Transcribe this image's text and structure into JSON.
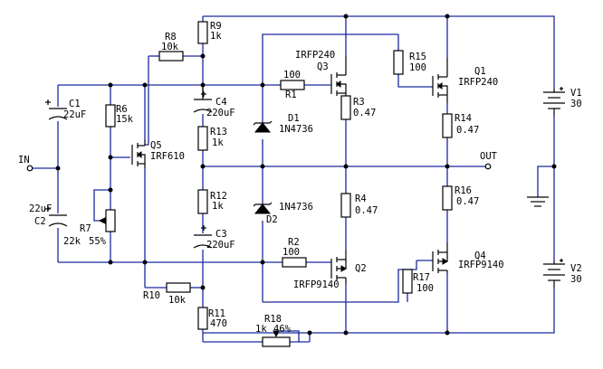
{
  "input": {
    "label": "IN"
  },
  "output": {
    "label": "OUT"
  },
  "components": {
    "C1": {
      "ref": "C1",
      "value": "22uF"
    },
    "C2": {
      "ref": "C2",
      "value": "22uF"
    },
    "C3": {
      "ref": "C3",
      "value": "220uF"
    },
    "C4": {
      "ref": "C4",
      "value": "220uF"
    },
    "R1": {
      "ref": "R1",
      "value": "100"
    },
    "R2": {
      "ref": "R2",
      "value": "100"
    },
    "R3": {
      "ref": "R3",
      "value": "0.47"
    },
    "R4": {
      "ref": "R4",
      "value": "0.47"
    },
    "R6": {
      "ref": "R6",
      "value": "15k"
    },
    "R7": {
      "ref": "R7",
      "value": "22k",
      "setting": "55%"
    },
    "R8": {
      "ref": "R8",
      "value": "10k"
    },
    "R9": {
      "ref": "R9",
      "value": "1k"
    },
    "R10": {
      "ref": "R10",
      "value": "10k"
    },
    "R11": {
      "ref": "R11",
      "value": "470"
    },
    "R12": {
      "ref": "R12",
      "value": "1k"
    },
    "R13": {
      "ref": "R13",
      "value": "1k"
    },
    "R14": {
      "ref": "R14",
      "value": "0.47"
    },
    "R15": {
      "ref": "R15",
      "value": "100"
    },
    "R16": {
      "ref": "R16",
      "value": "0.47"
    },
    "R17": {
      "ref": "R17",
      "value": "100"
    },
    "R18": {
      "ref": "R18",
      "value": "1k",
      "setting": "46%"
    },
    "D1": {
      "ref": "D1",
      "value": "1N4736"
    },
    "D2": {
      "ref": "D2",
      "value": "1N4736"
    },
    "Q1": {
      "ref": "Q1",
      "value": "IRFP240"
    },
    "Q2": {
      "ref": "Q2",
      "value": "IRFP9140"
    },
    "Q3": {
      "ref": "Q3",
      "value": "IRFP240"
    },
    "Q4": {
      "ref": "Q4",
      "value": "IRFP9140"
    },
    "Q5": {
      "ref": "Q5",
      "value": "IRF610"
    },
    "V1": {
      "ref": "V1",
      "value": "30"
    },
    "V2": {
      "ref": "V2",
      "value": "30"
    }
  },
  "colors": {
    "wire": "#1a2aa0",
    "component": "#000000",
    "background": "#ffffff"
  }
}
